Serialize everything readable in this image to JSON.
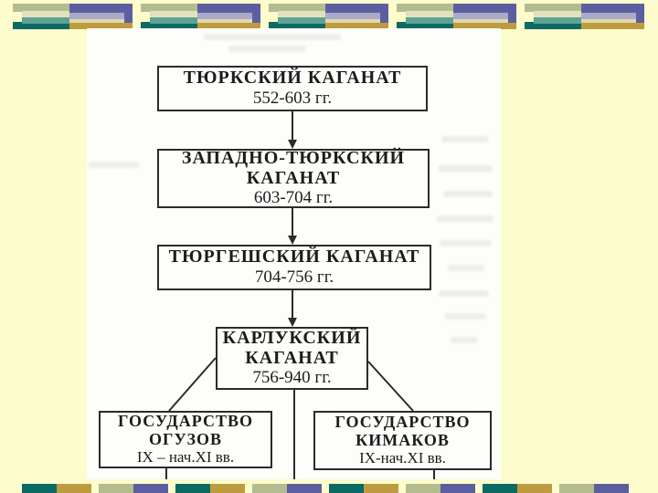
{
  "palette": {
    "slide_bg": "#FCFCCD",
    "scan_bg": "#FDFDFA",
    "line_color": "#2B2B2B",
    "teal_dark": "#0B6A63",
    "teal": "#5FA192",
    "sage": "#B4BC8F",
    "pale_sage": "#E0E2BE",
    "purple": "#5C5F9F",
    "lavender": "#A9ABC7",
    "tan": "#E2D8AD",
    "gold": "#BD9C3F"
  },
  "diagram": {
    "boxes": [
      {
        "line1": "ТЮРКСКИЙ КАГАНАТ",
        "dates": "552-603 гг."
      },
      {
        "line1": "ЗАПАДНО-ТЮРКСКИЙ",
        "line2": "КАГАНАТ",
        "dates": "603-704 гг."
      },
      {
        "line1": "ТЮРГЕШСКИЙ КАГАНАТ",
        "dates": "704-756 гг."
      },
      {
        "line1": "КАРЛУКСКИЙ",
        "line2": "КАГАНАТ",
        "dates": "756-940 гг."
      },
      {
        "line1": "ГОСУДАРСТВО",
        "line2": "ОГУЗОВ",
        "dates": "IX – нач.XI вв."
      },
      {
        "line1": "ГОСУДАРСТВО",
        "line2": "КИМАКОВ",
        "dates": "IX-нач.XI вв."
      }
    ],
    "flow_order_note": "top-to-bottom succession; last khaganate splits into two states"
  }
}
